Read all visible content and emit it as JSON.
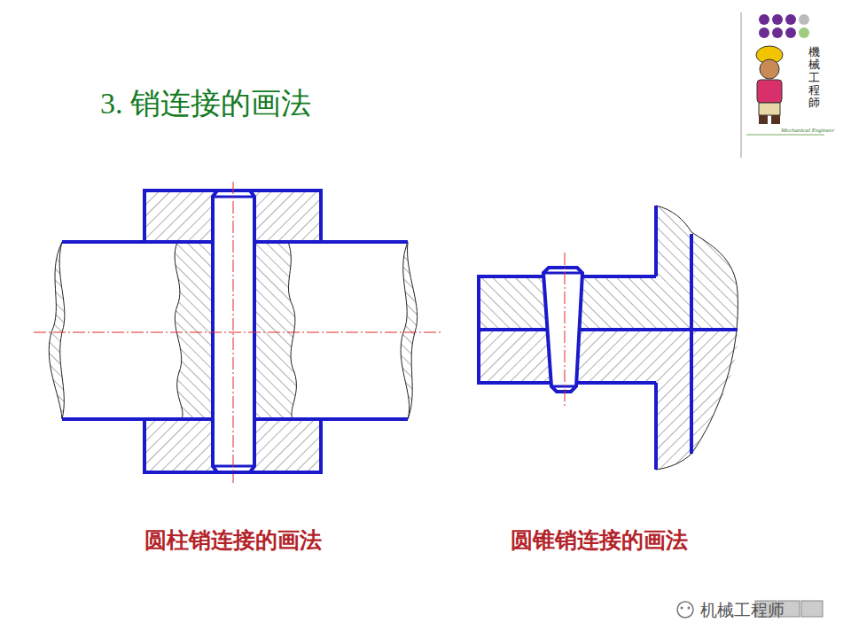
{
  "diagram": {
    "title": "3. 销连接的画法",
    "labels": [
      "圆柱销连接的画法",
      "圆锥销连接的画法",
      "機械工程師",
      "Mechanical Engineer",
      "机械工程师"
    ]
  }
}
